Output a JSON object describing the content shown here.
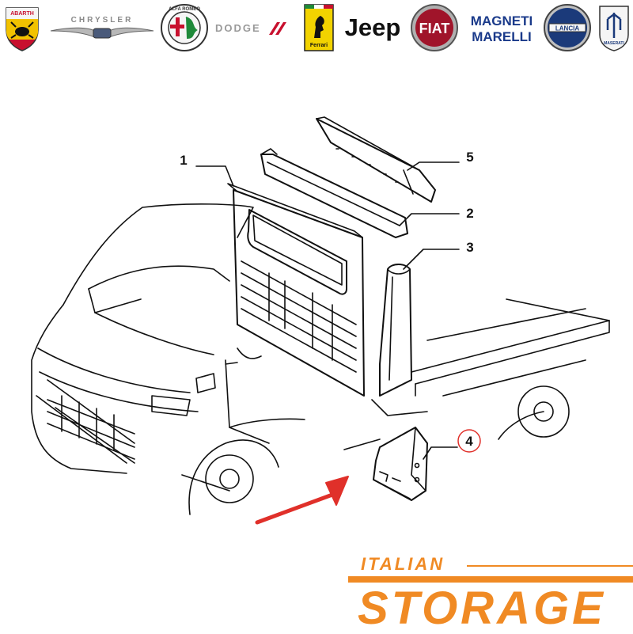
{
  "logo_bar": {
    "logos": [
      {
        "name": "abarth",
        "text": "ABARTH"
      },
      {
        "name": "chrysler",
        "text": "CHRYSLER"
      },
      {
        "name": "alfa-romeo",
        "text": "ALFA ROMEO"
      },
      {
        "name": "dodge",
        "text": "DODGE"
      },
      {
        "name": "ferrari",
        "text": "Ferrari"
      },
      {
        "name": "jeep",
        "text": "Jeep"
      },
      {
        "name": "fiat",
        "text": "FIAT"
      },
      {
        "name": "magneti-marelli",
        "text_line1": "MAGNETI",
        "text_line2": "MARELLI"
      },
      {
        "name": "lancia",
        "text": "LANCIA"
      },
      {
        "name": "maserati",
        "text": "MASERATI"
      }
    ]
  },
  "diagram": {
    "callouts": [
      "1",
      "2",
      "3",
      "4",
      "5"
    ],
    "highlighted_callout": "4",
    "colors": {
      "line": "#111111",
      "highlight_circle": "#e0302a",
      "arrow": "#e0302a"
    }
  },
  "footer": {
    "line1": "ITALIAN",
    "line2": "STORAGE",
    "color": "#f08a24"
  }
}
